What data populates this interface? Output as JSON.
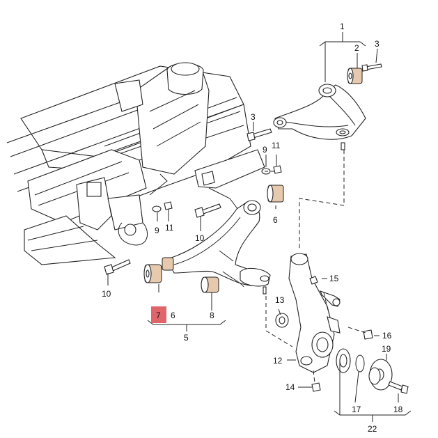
{
  "callouts": {
    "c1": "1",
    "c2": "2",
    "c3a": "3",
    "c3b": "3",
    "c5": "5",
    "c6a": "6",
    "c6b": "6",
    "c7": "7",
    "c8": "8",
    "c9a": "9",
    "c9b": "9",
    "c10a": "10",
    "c10b": "10",
    "c11a": "11",
    "c11b": "11",
    "c12": "12",
    "c13": "13",
    "c14": "14",
    "c15": "15",
    "c16": "16",
    "c17": "17",
    "c18": "18",
    "c19": "19",
    "c22": "22"
  },
  "highlighted_callout": "7",
  "colors": {
    "highlight": "#e0656a",
    "bushing": "#e7c9ad",
    "line": "#222222"
  }
}
